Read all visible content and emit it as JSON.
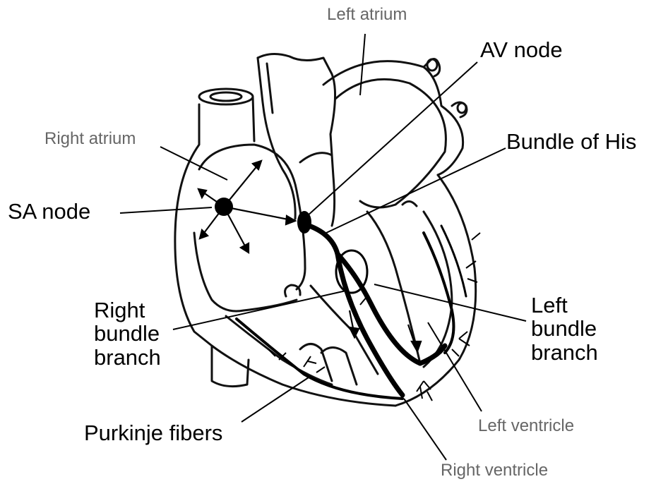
{
  "labels": {
    "left_atrium": "Left atrium",
    "av_node": "AV node",
    "right_atrium": "Right atrium",
    "bundle_of_his": "Bundle of His",
    "sa_node": "SA node",
    "right_bundle_branch": [
      "Right",
      "bundle",
      "branch"
    ],
    "left_bundle_branch": [
      "Left",
      "bundle",
      "branch"
    ],
    "purkinje_fibers": "Purkinje fibers",
    "left_ventricle": "Left ventricle",
    "right_ventricle": "Right ventricle"
  },
  "colors": {
    "primary_label": "#000000",
    "secondary_label": "#666666",
    "conduction": "#000000",
    "outline": "#111111"
  }
}
